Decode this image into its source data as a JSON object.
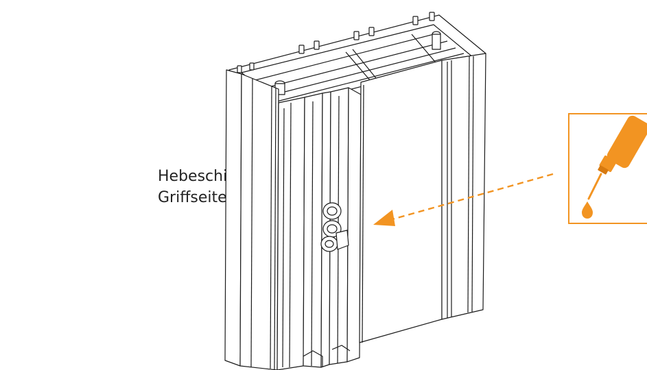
{
  "label": {
    "line1": "Hebeschiebetür-",
    "line2": "Griffseite"
  },
  "icons": {
    "profile": "sliding-door-profile-illustration",
    "lubricant": "oil-bottle-icon",
    "arrow": "dashed-arrow-icon"
  },
  "colors": {
    "accent": "#F29422",
    "line": "#1a1a1a",
    "text": "#222222"
  }
}
